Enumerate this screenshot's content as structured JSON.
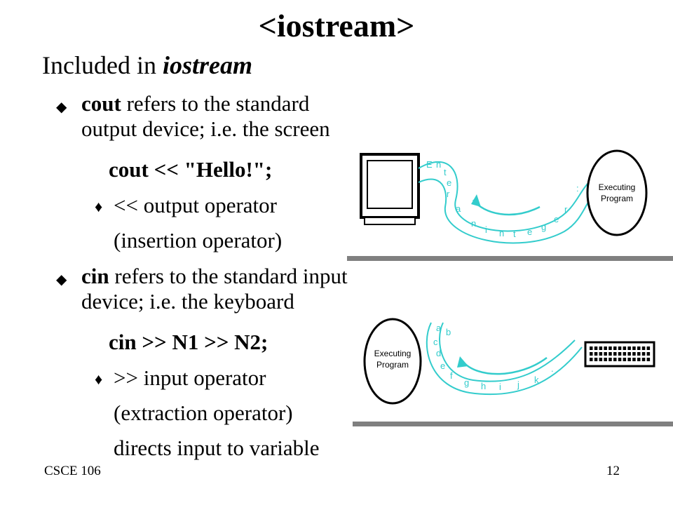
{
  "title": "<iostream>",
  "intro": {
    "text": "Included in ",
    "emphasis": "iostream"
  },
  "cout_item": {
    "keyword": "cout",
    "line1_rest": " refers to the standard",
    "line2": "output device; i.e. the screen",
    "code": "cout << \"Hello!\";",
    "sub_operator": "<<",
    "sub_rest": " output operator",
    "sub_line2": "(insertion operator)"
  },
  "cin_item": {
    "keyword": "cin",
    "line1_rest": " refers to the standard input",
    "line2": "device; i.e. the keyboard",
    "code": "cin >> N1 >> N2;",
    "sub_operator": ">>",
    "sub_rest": " input operator",
    "sub_line2": "(extraction operator)",
    "sub_line3": "directs input to variable"
  },
  "diagram_output": {
    "program_label_line1": "Executing",
    "program_label_line2": "Program",
    "stream_chars": [
      "E",
      "n",
      "t",
      "e",
      "r",
      "a",
      "n",
      "i",
      "n",
      "t",
      "e",
      "g",
      "e",
      "r",
      ":"
    ]
  },
  "diagram_input": {
    "program_label_line1": "Executing",
    "program_label_line2": "Program",
    "stream_chars": [
      "a",
      "b",
      "c",
      "d",
      "e",
      "f",
      "g",
      "h",
      "i",
      "j",
      "k",
      "."
    ]
  },
  "footer": {
    "course": "CSCE 106",
    "page": "12"
  },
  "colors": {
    "stream": "#33cccc",
    "rule": "#808080",
    "text": "#000000"
  },
  "icons": {
    "bullet": "diamond-bullet",
    "sub_bullet": "small-diamond-bullet"
  }
}
